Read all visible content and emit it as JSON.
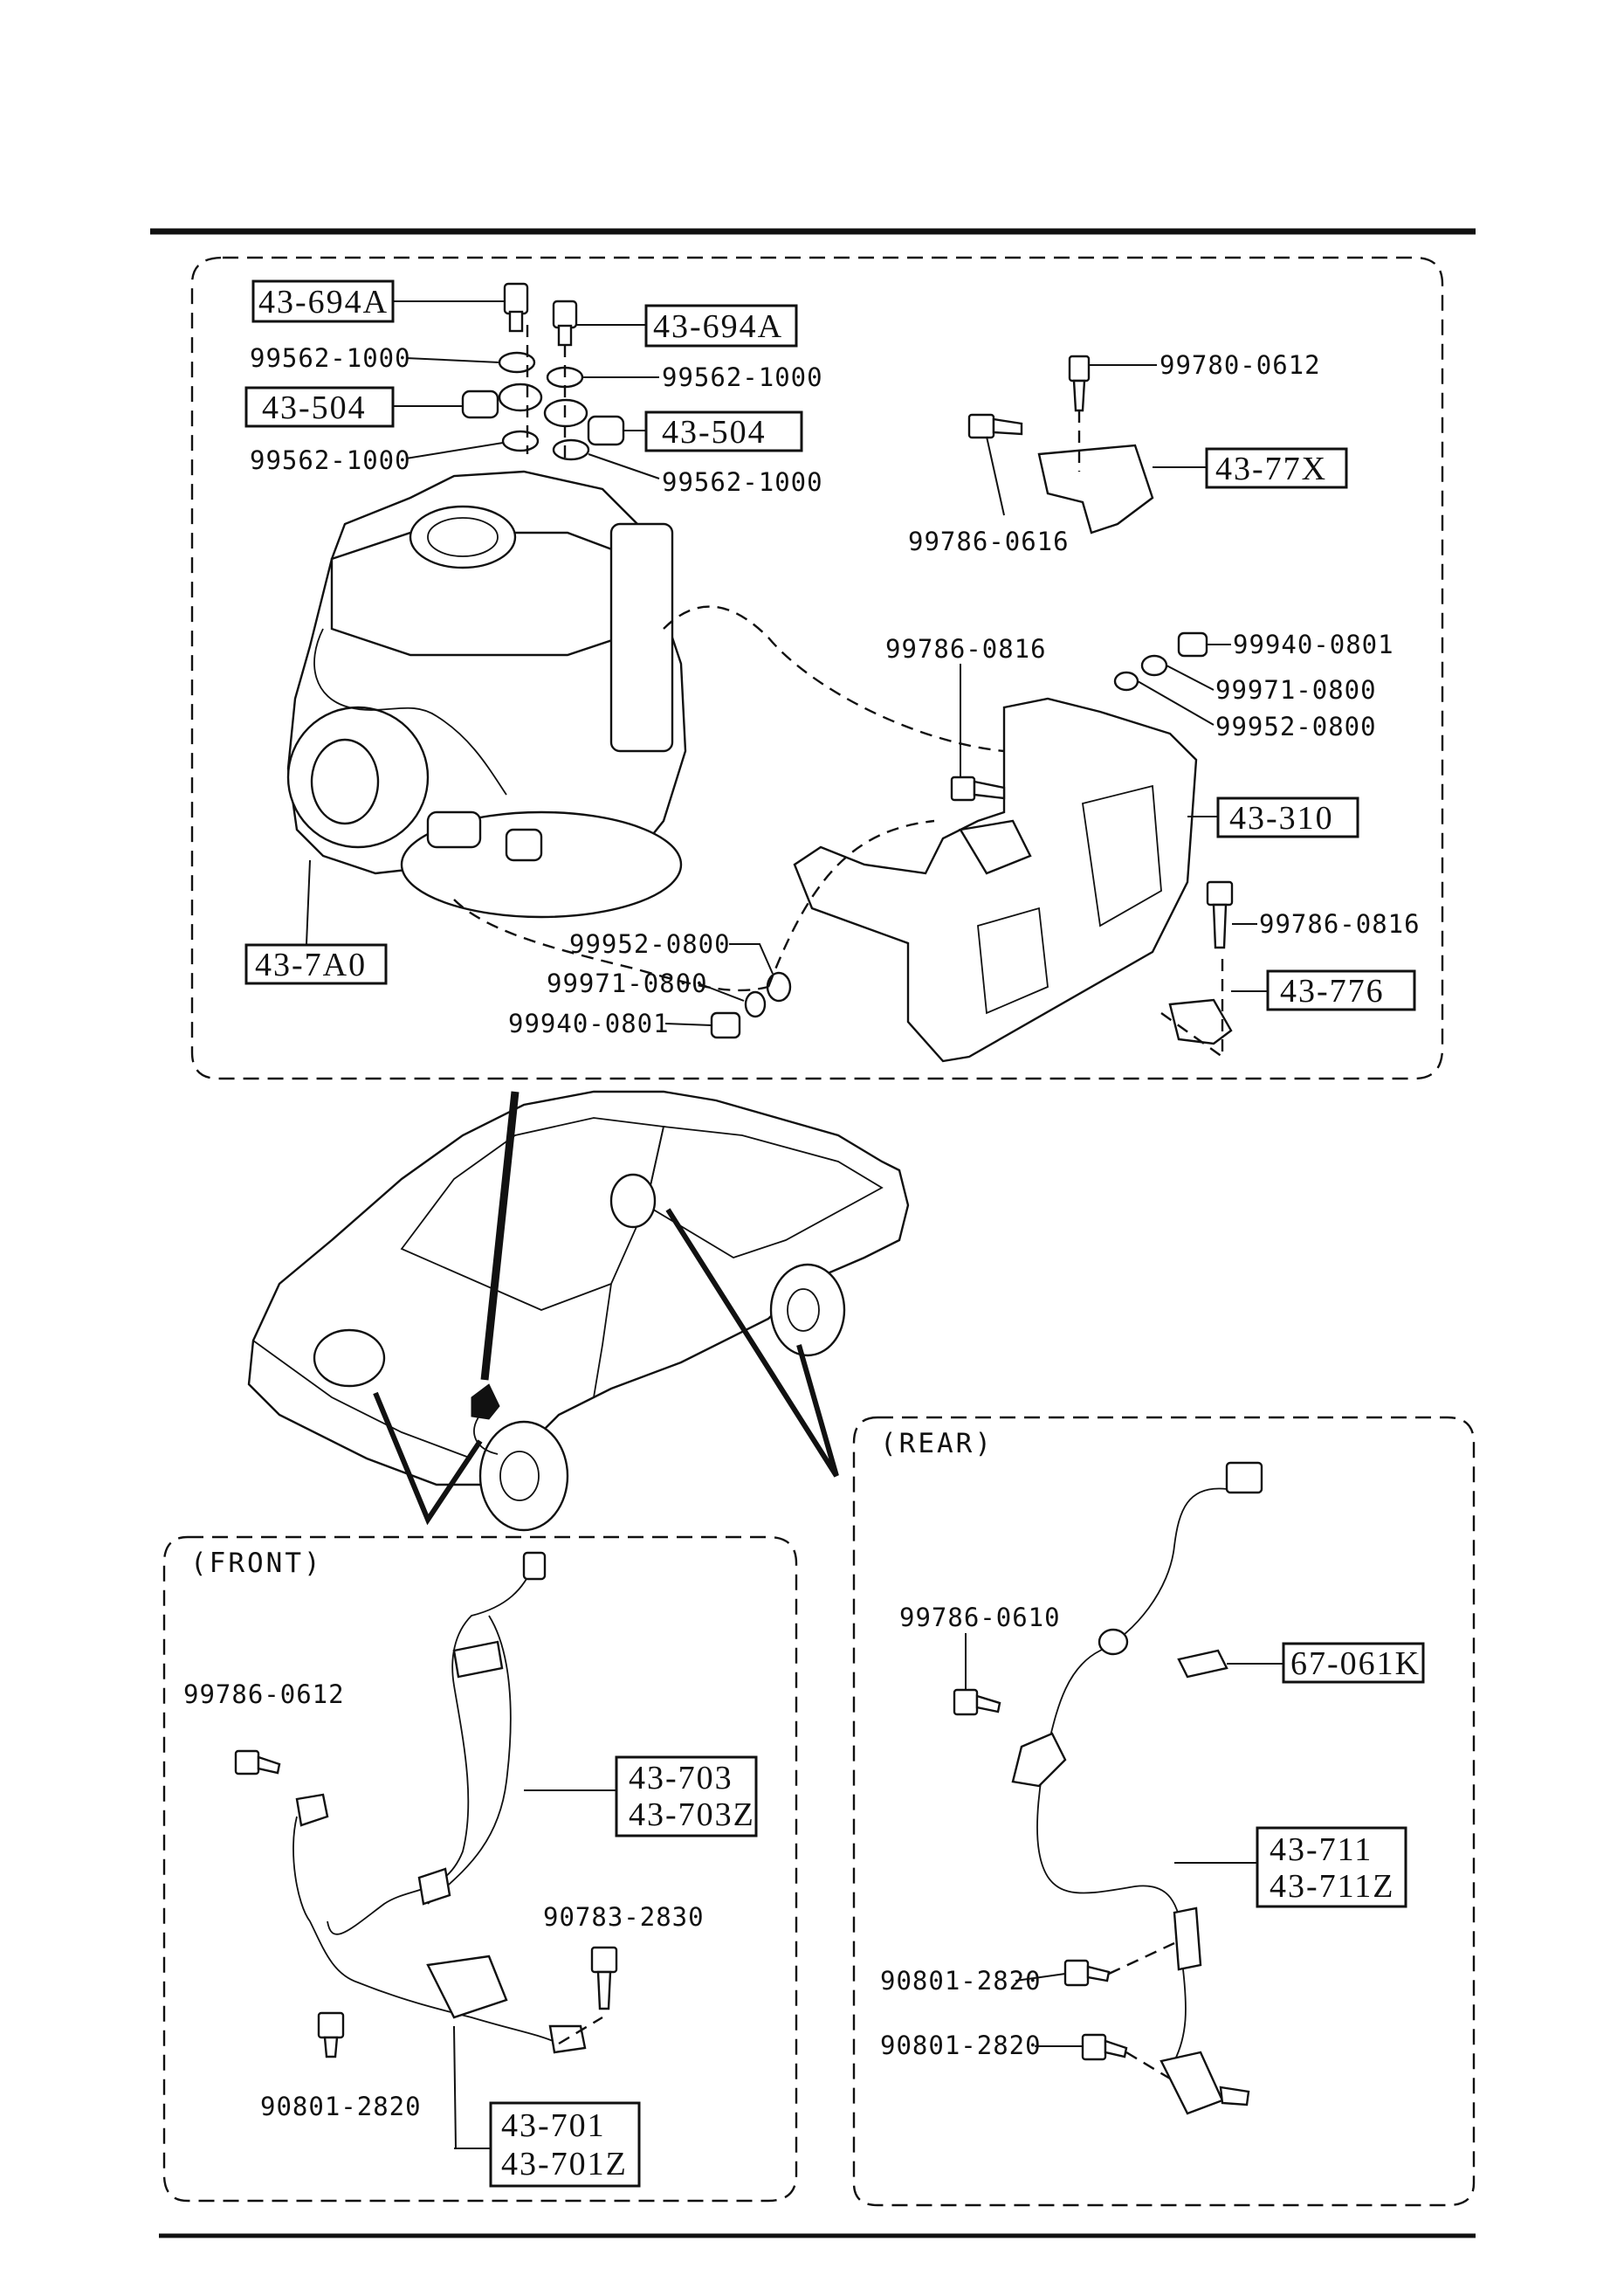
{
  "sections": {
    "front": "(FRONT)",
    "rear": "(REAR)"
  },
  "hydraulic_unit": {
    "ref_43_694A_left": "43-694A",
    "ref_43_694A_right": "43-694A",
    "washer_99562_1000_a": "99562-1000",
    "washer_99562_1000_b": "99562-1000",
    "washer_99562_1000_c": "99562-1000",
    "washer_99562_1000_d": "99562-1000",
    "ref_43_504_left": "43-504",
    "ref_43_504_right": "43-504",
    "bolt_99780_0612": "99780-0612",
    "ref_43_77X": "43-77X",
    "bolt_99786_0616": "99786-0616",
    "bolt_99786_0816_top": "99786-0816",
    "nut_99940_0801_top": "99940-0801",
    "washer_99971_0800_top": "99971-0800",
    "washer_99952_0800_top": "99952-0800",
    "ref_43_310": "43-310",
    "bolt_99786_0816_right": "99786-0816",
    "ref_43_776": "43-776",
    "ref_43_7A0": "43-7A0",
    "washer_99952_0800_bottom": "99952-0800",
    "washer_99971_0800_bottom": "99971-0800",
    "nut_99940_0801_bottom": "99940-0801"
  },
  "front_sensor": {
    "bolt_99786_0612": "99786-0612",
    "ref_43_703": "43-703",
    "ref_43_703Z": "43-703Z",
    "bolt_90783_2830": "90783-2830",
    "bolt_90801_2820": "90801-2820",
    "ref_43_701": "43-701",
    "ref_43_701Z": "43-701Z"
  },
  "rear_sensor": {
    "bolt_99786_0610": "99786-0610",
    "ref_67_061K": "67-061K",
    "ref_43_711": "43-711",
    "ref_43_711Z": "43-711Z",
    "bolt_90801_2820_a": "90801-2820",
    "bolt_90801_2820_b": "90801-2820"
  }
}
